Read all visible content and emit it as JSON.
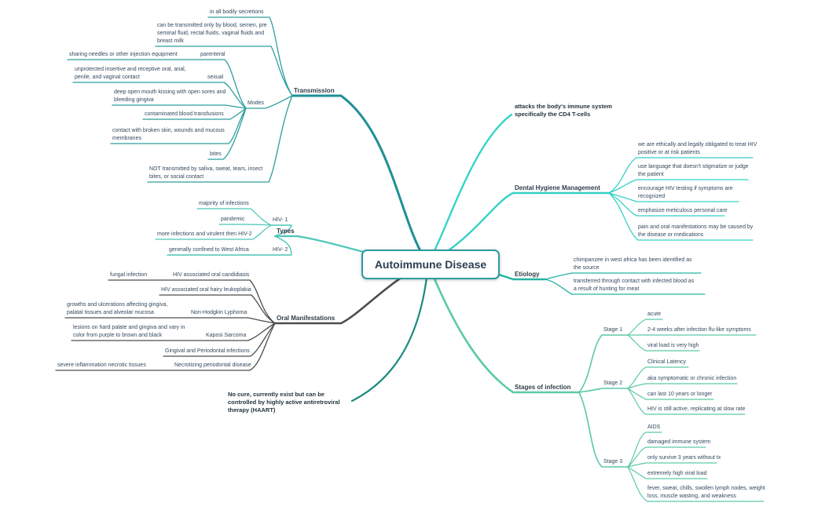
{
  "colors": {
    "transmission": "#2e9e9e",
    "transmission_trunk": "#1f8f96",
    "types": "#4ac6b7",
    "oral": "#4d4d4d",
    "haart": "#1b8a80",
    "attacks": "#35d4c8",
    "dental": "#35d0c6",
    "etiology": "#24b3a3",
    "stages": "#5bc9a9",
    "center_border": "#2d9ba3"
  },
  "labels": {
    "title": "Autoimmune Disease",
    "transmission": "Transmission",
    "t_secretions": "in all bodily secretions",
    "t_blood": "can be transmitted only by blood, semen, pre seminal fluid, rectal fluids, vaginal fluids and breast milk",
    "modes": "Modes",
    "m_needles": "sharing needles or other injection equipment",
    "m_parenteral": "parenteral",
    "m_unprotected": "unprotected insertive and receptive oral, anal, penile, and vaginal contact",
    "m_sexual": "sexual",
    "m_kissing": "deep open mouth kissing with open sores and bleeding gingiva",
    "m_transfusions": "contaminated blood transfusions",
    "m_contact": "contact with broken skin, wounds and mucous membranes",
    "m_bites": "bites",
    "t_not": "NOT transmitted by saliva, sweat, tears, insect bites, or social contact",
    "types": "Types",
    "hiv1": "HIV- 1",
    "t_majority": "majority of infections",
    "t_pandemic": "pandemic",
    "t_more": "more infections and virulent then HIV-2",
    "hiv2": "HIV- 2",
    "t_westafrica": "generally confined to West Africa",
    "oral": "Oral Manifestations",
    "o_fungal": "fungal infection",
    "o_candidiasis": "HIV associated oral candidiasis",
    "o_leukoplakia": "HIV associated oral hairy leukoplakia",
    "o_growths": "growths and ulcerations affecting gingiva, palatal tissues and alveolar mucosa",
    "o_lymphoma": "Non-Hodgkin Lyphoma",
    "o_lesions": "lesions on hard palate and gingiva and vary in color from purple to brown and black",
    "o_kaposi": "Kaposi Sarcoma",
    "o_gingival": "Gingival and Periodontal infections",
    "o_severe": "severe inflammation necrotic tissues",
    "o_necrotizing": "Necrotizing periodontal disease",
    "haart": "No cure, currently exist but can be controlled by highly active antiretroviral therapy (HAART)",
    "attacks": "attacks the body's immune system specifically the CD4 T-cells",
    "dental": "Dental Hygiene Management",
    "d_ethical": "we are ethically and legally obligated to treat HIV positive or at risk patients",
    "d_language": "use language that doesn't stigmatize or judge the patient",
    "d_testing": "encourage HIV testing if symptoms are recognized",
    "d_personal": "emphasize meticulous personal care",
    "d_pain": "pain and oral manifestations may be caused by the disease or medications",
    "etiology": "Etiology",
    "e_chimp": "chimpanzee in west africa has been identified as the source",
    "e_transferred": "transferred through contact with infected blood as a result of hunting for meat",
    "stages": "Stages of infection",
    "stage1": "Stage 1",
    "s1_acute": "acute",
    "s1_weeks": "2-4 weeks after infection flu-like symptoms",
    "s1_viral": "viral load is very high",
    "stage2": "Stage 2",
    "s2_latency": "Clinical Latency",
    "s2_aka": "aka symptomatic or chronic infection",
    "s2_years": "can last 10 years or longer",
    "s2_active": "HIV is still active, replicating at slow rate",
    "stage3": "Stage 3",
    "s3_aids": "AIDS",
    "s3_damaged": "damaged immune system",
    "s3_survive": "only survive 3 years without tx",
    "s3_viral": "extremely high viral load",
    "s3_fever": "fever, sweat, chills, swollen lymph nodes, weight loss, muscle wasting, and weakness"
  }
}
